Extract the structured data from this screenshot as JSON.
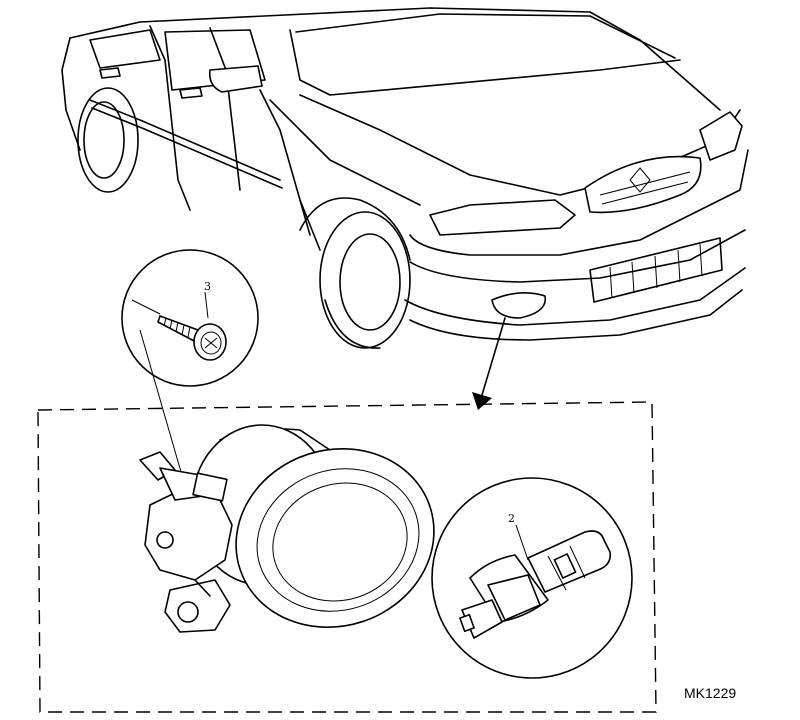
{
  "callouts": {
    "screw": "3",
    "bulb": "2"
  },
  "figure_ref": "MK1229"
}
